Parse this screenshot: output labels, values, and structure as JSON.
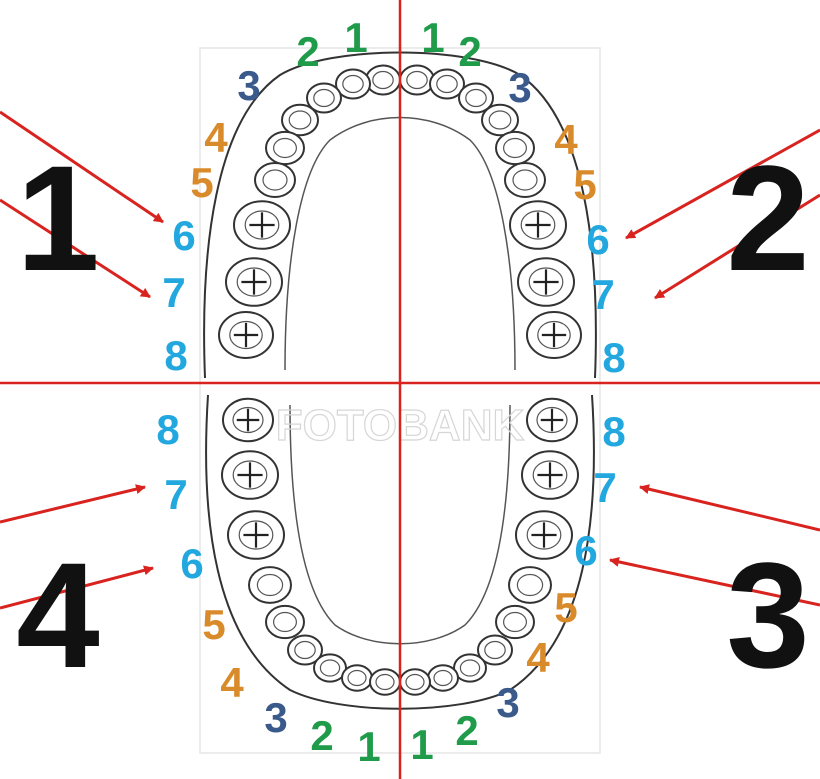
{
  "colors": {
    "incisor": "#1f9b4a",
    "canine": "#3a5a8c",
    "premolar": "#d98a2b",
    "molar": "#22a7de",
    "quadrant": "#111111",
    "axis": "#d8231f",
    "outline": "#333333"
  },
  "quadrants": {
    "q1": "1",
    "q2": "2",
    "q3": "3",
    "q4": "4"
  },
  "teeth": {
    "upper_right": [
      "1",
      "2",
      "3",
      "4",
      "5",
      "6",
      "7",
      "8"
    ],
    "upper_left": [
      "1",
      "2",
      "3",
      "4",
      "5",
      "6",
      "7",
      "8"
    ],
    "lower_left": [
      "1",
      "2",
      "3",
      "4",
      "5",
      "6",
      "7",
      "8"
    ],
    "lower_right": [
      "1",
      "2",
      "3",
      "4",
      "5",
      "6",
      "7",
      "8"
    ]
  },
  "watermark": "FOTOBANK"
}
